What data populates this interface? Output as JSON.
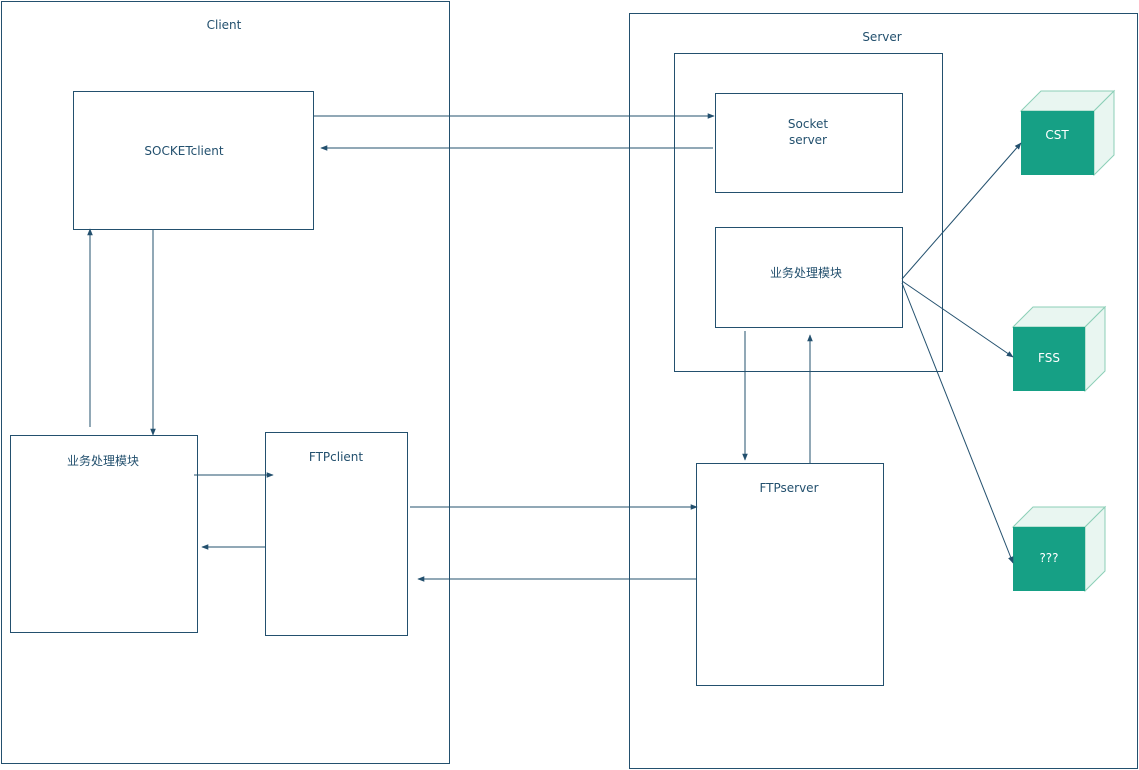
{
  "diagram": {
    "containers": {
      "client": "Client",
      "server": "Server"
    },
    "nodes": {
      "socket_client": "SOCKETclient",
      "client_biz": "业务处理模块",
      "ftp_client": "FTPclient",
      "socket_server_line1": "Socket",
      "socket_server_line2": "server",
      "server_biz": "业务处理模块",
      "ftp_server": "FTPserver"
    },
    "external_systems": [
      "CST",
      "FSS",
      "???"
    ],
    "colors": {
      "stroke": "#23506e",
      "cube_front": "#16a085",
      "cube_side": "#e9f6f1"
    }
  }
}
